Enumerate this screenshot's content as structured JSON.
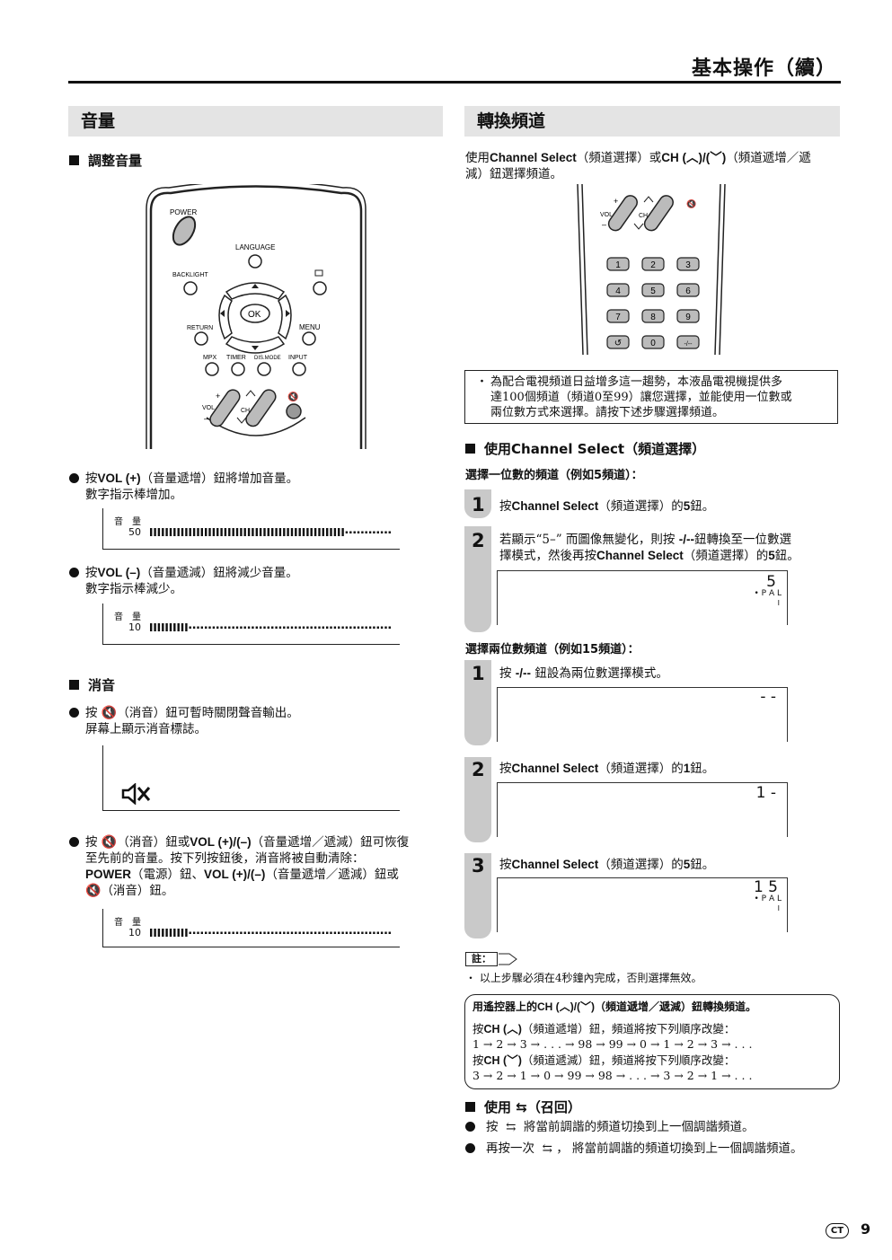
{
  "header": {
    "title": "基本操作（續）",
    "page_number": "9",
    "lang_badge": "CT"
  },
  "left": {
    "section_title": "音量",
    "adjust_heading": "調整音量",
    "remote_labels": {
      "power": "POWER",
      "language": "LANGUAGE",
      "backlight": "BACKLIGHT",
      "ok": "OK",
      "return": "RETURN",
      "menu": "MENU",
      "mpx": "MPX",
      "timer": "TIMER",
      "dismode": "DIS.MODE",
      "input": "INPUT",
      "vol": "VOL",
      "ch": "CH",
      "plus": "+",
      "minus": "–"
    },
    "vol_up": {
      "line1_pre": "按",
      "line1_key": "VOL (+)",
      "line1_post": "（音量遞增）鈕將增加音量。",
      "line2": "數字指示棒增加。"
    },
    "osd_up": {
      "label": "音量",
      "value": "50",
      "level": 0.8
    },
    "vol_down": {
      "line1_pre": "按",
      "line1_key": "VOL (–)",
      "line1_post": "（音量遞減）鈕將減少音量。",
      "line2": "數字指示棒減少。"
    },
    "osd_down": {
      "label": "音量",
      "value": "10",
      "level": 0.16
    },
    "mute_heading": "消音",
    "mute_bullet": {
      "line1_pre": "按",
      "line1_post": "（消音）鈕可暫時關閉聲音輸出。",
      "line2": "屏幕上顯示消音標誌。"
    },
    "restore_bullet": {
      "l1_pre": "按",
      "l1_mid": "（消音）鈕或",
      "l1_key": "VOL (+)/(–)",
      "l1_post": "（音量遞增／遞減）鈕可恢復",
      "l2": "至先前的音量。按下列按鈕後，消音將被自動清除：",
      "l3_key1": "POWER",
      "l3_mid": "（電源）鈕、",
      "l3_key2": "VOL (+)/(–)",
      "l3_post": "（音量遞增／遞減）鈕或",
      "l4_post": "（消音）鈕。"
    },
    "osd_restore": {
      "label": "音量",
      "value": "10",
      "level": 0.16
    }
  },
  "right": {
    "section_title": "轉換頻道",
    "intro": {
      "p1": "使用",
      "k1": "Channel Select",
      "p2": "（頻道選擇）或",
      "k2": "CH (",
      "k3": ")/(",
      "k4": ")",
      "p3": "（頻道遞增／遞",
      "line2": "減）鈕選擇頻道。"
    },
    "keypad": [
      "1",
      "2",
      "3",
      "4",
      "5",
      "6",
      "7",
      "8",
      "9",
      "↺",
      "0",
      "-/--"
    ],
    "note_box": [
      "為配合電視頻道日益增多這一趨勢，本液晶電視機提供多",
      "達100個頻道（頻道0至99）讓您選擇，並能使用一位數或",
      "兩位數方式來選擇。請按下述步驟選擇頻道。"
    ],
    "cs_heading": {
      "pre": "使用",
      "key": "Channel Select",
      "post": "（頻道選擇）"
    },
    "single_title": {
      "pre": "選擇一位數的頻道（例如",
      "key": "5",
      "post": "頻道）："
    },
    "s1": {
      "num": "1",
      "pre": "按",
      "key": "Channel Select",
      "mid": "（頻道選擇）的",
      "key2": "5",
      "post": "鈕。"
    },
    "s2": {
      "num": "2",
      "l1_pre": "若顯示“5–” 而圖像無變化，則按 ",
      "l1_key": "-/--",
      "l1_post": "鈕轉換至一位數選",
      "l2_pre": "擇模式，然後再按",
      "l2_key": "Channel Select",
      "l2_mid": "（頻道選擇）的",
      "l2_key2": "5",
      "l2_post": "鈕。",
      "disp_num": "5",
      "disp_sys": "• P A L",
      "disp_i": "I"
    },
    "double_title": {
      "pre": "選擇兩位數頻道（例如",
      "key": "15",
      "post": "頻道）："
    },
    "d1": {
      "num": "1",
      "pre": "按 ",
      "key": "-/--",
      "post": " 鈕設為兩位數選擇模式。",
      "disp": "- -"
    },
    "d2": {
      "num": "2",
      "pre": "按",
      "key": "Channel Select",
      "mid": "（頻道選擇）的",
      "key2": "1",
      "post": "鈕。",
      "disp": "1 -"
    },
    "d3": {
      "num": "3",
      "pre": "按",
      "key": "Channel Select",
      "mid": "（頻道選擇）的",
      "key2": "5",
      "post": "鈕。",
      "disp": "1 5",
      "disp_sys": "• P A L",
      "disp_i": "I"
    },
    "note_label": "註：",
    "note_text": "以上步驟必須在4秒鐘內完成，否則選擇無效。",
    "rc_box": {
      "title_pre": "用遙控器上的",
      "title_key": "CH (",
      "title_mid": ")/(",
      "title_end": ")",
      "title_post": "（頻道遞增／遞減）鈕轉換頻道。",
      "up_pre": "按",
      "up_key": "CH (",
      "up_end": ")",
      "up_post": "（頻道遞增）鈕，頻道將按下列順序改變：",
      "up_seq": "1 → 2 → 3 → . . . → 98 → 99 → 0 → 1 → 2 → 3 → . . .",
      "down_pre": "按",
      "down_key": "CH (",
      "down_end": ")",
      "down_post": "（頻道遞減）鈕，頻道將按下列順序改變：",
      "down_seq": "3 → 2 → 1 → 0 → 99 → 98 → . . . → 3 → 2 → 1 → . . ."
    },
    "recall_heading": {
      "pre": "使用",
      "post": "（召回）"
    },
    "recall_b1": {
      "pre": "按",
      "post": "將當前調諧的頻道切換到上一個調諧頻道。"
    },
    "recall_b2": {
      "pre": "再按一次",
      "post": "， 將當前調諧的頻道切換到上一個調諧頻道。"
    }
  }
}
